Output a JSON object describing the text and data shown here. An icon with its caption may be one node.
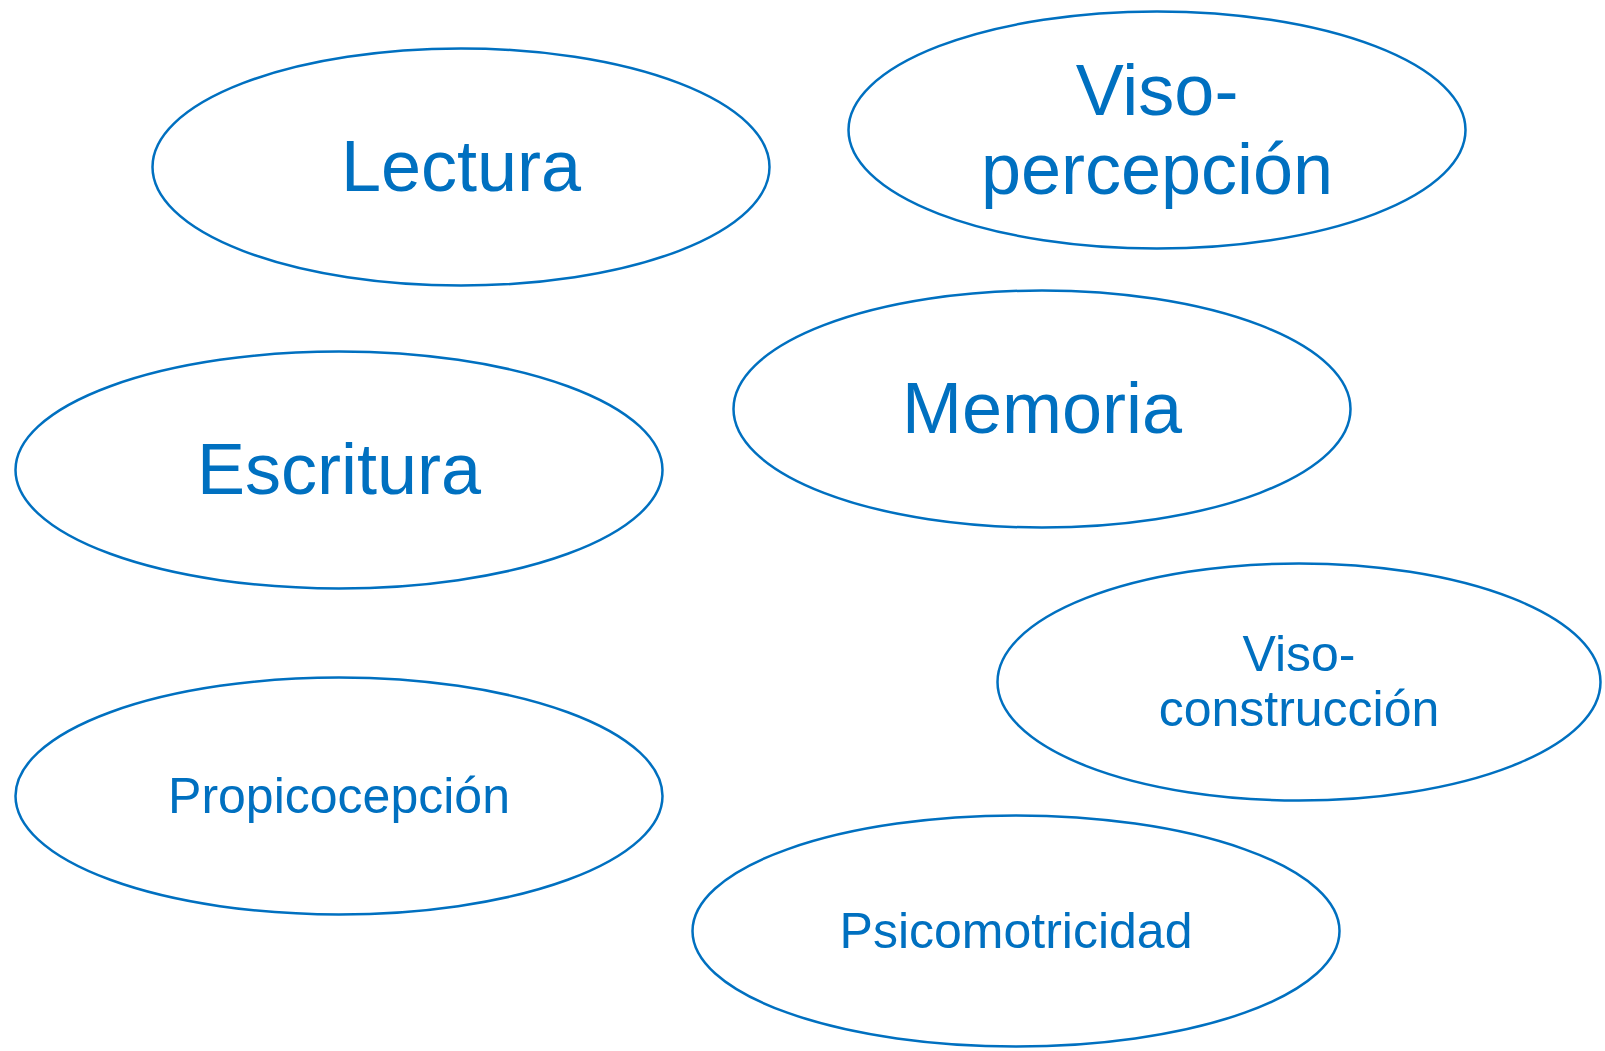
{
  "diagram": {
    "nodes": [
      {
        "text": [
          "Viso- percepción"
        ]
      },
      {
        "text": [
          "Lectura"
        ]
      },
      {
        "text": [
          "Memoria"
        ]
      },
      {
        "text": [
          "Escritura"
        ]
      },
      {
        "text": [
          "Viso- construcción"
        ]
      },
      {
        "text": [
          "Propicocepción"
        ]
      },
      {
        "text": [
          "Psicomotricidad"
        ]
      }
    ]
  }
}
